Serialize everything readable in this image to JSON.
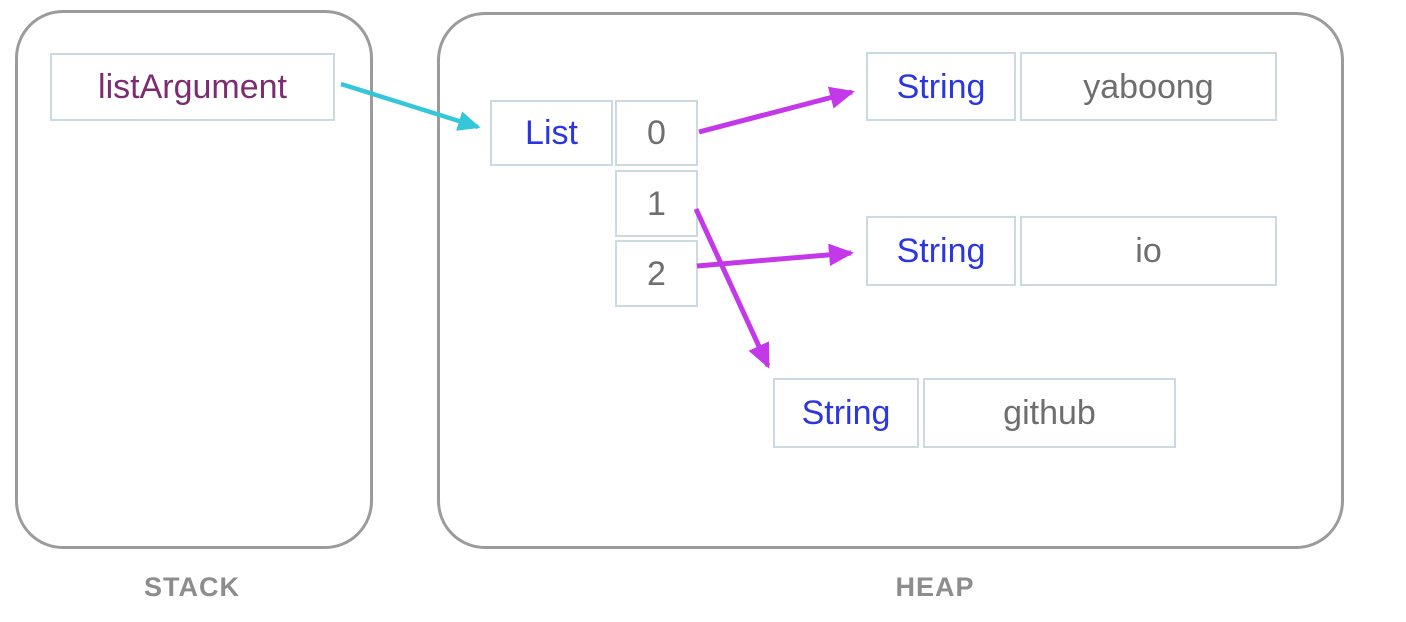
{
  "diagram": {
    "stack": {
      "caption": "STACK",
      "variable": {
        "name": "listArgument"
      }
    },
    "heap": {
      "caption": "HEAP",
      "list_object": {
        "type_label": "List",
        "indices": [
          "0",
          "1",
          "2"
        ]
      },
      "string_objects": [
        {
          "type_label": "String",
          "value": "yaboong"
        },
        {
          "type_label": "String",
          "value": "io"
        },
        {
          "type_label": "String",
          "value": "github"
        }
      ]
    },
    "references": [
      {
        "from": "listArgument",
        "to": "List",
        "color": "#35c6da"
      },
      {
        "from": "List[0]",
        "to": "String yaboong",
        "color": "#c338e8"
      },
      {
        "from": "List[1]",
        "to": "String github",
        "color": "#c338e8"
      },
      {
        "from": "List[2]",
        "to": "String io",
        "color": "#c338e8"
      }
    ],
    "colors": {
      "variable_text": "#7b2c72",
      "type_text": "#2b36e3",
      "value_text": "#6e6e6e",
      "cell_border": "#cdd9e0",
      "panel_border": "#9b9b9b",
      "caption_text": "#8d8d8d",
      "stack_reference_arrow": "#35c6da",
      "heap_reference_arrow": "#c338e8"
    }
  }
}
